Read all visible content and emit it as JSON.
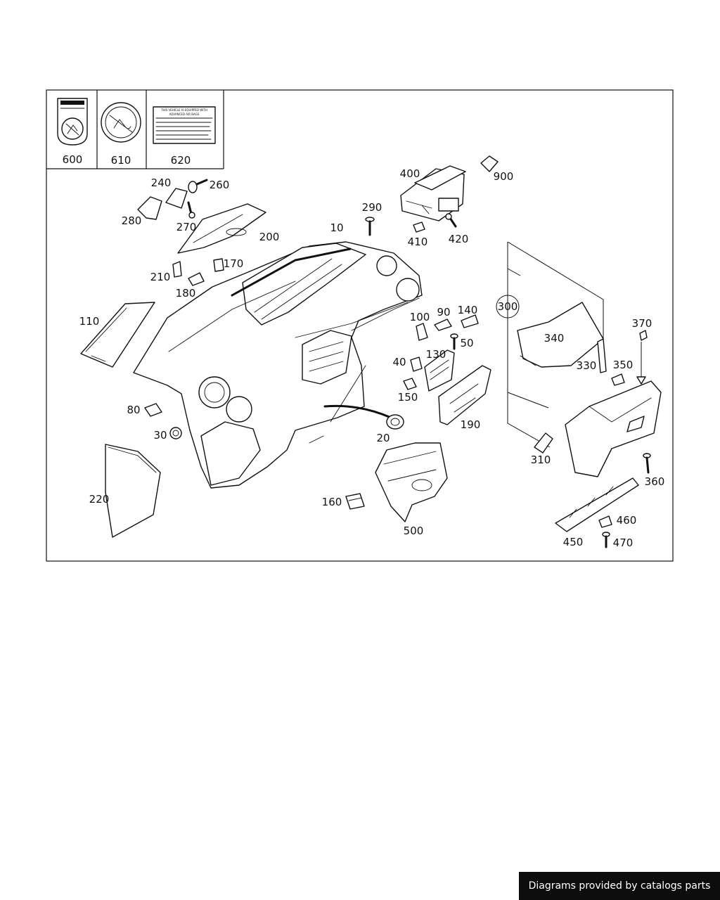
{
  "callouts": {
    "c600": "600",
    "c610": "610",
    "c620": "620",
    "c10": "10",
    "c20": "20",
    "c30": "30",
    "c40": "40",
    "c50": "50",
    "c80": "80",
    "c90": "90",
    "c100": "100",
    "c110": "110",
    "c130": "130",
    "c140": "140",
    "c150": "150",
    "c160": "160",
    "c170": "170",
    "c180": "180",
    "c190": "190",
    "c200": "200",
    "c210": "210",
    "c220": "220",
    "c240": "240",
    "c260": "260",
    "c270": "270",
    "c280": "280",
    "c290": "290",
    "c300": "300",
    "c310": "310",
    "c330": "330",
    "c340": "340",
    "c350": "350",
    "c360": "360",
    "c370": "370",
    "c400": "400",
    "c410": "410",
    "c420": "420",
    "c450": "450",
    "c460": "460",
    "c470": "470",
    "c500": "500",
    "c900": "900"
  },
  "label620": {
    "line1": "THIS VEHICLE IS EQUIPPED WITH",
    "line2": "ADVANCED AIR BAGS"
  },
  "footer": {
    "credit": "Diagrams provided by catalogs parts"
  }
}
